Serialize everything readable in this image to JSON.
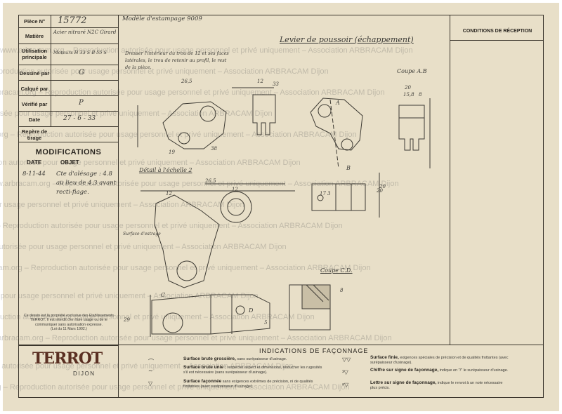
{
  "title_block": {
    "piece_label": "Pièce N°",
    "piece_value": "15772",
    "matiere_label": "Matière",
    "matiere_value": "Acier nitruré N2C Girard",
    "utilisation_label": "Utilisation principale",
    "utilisation_value": "Moteurs  H 33 S  B 55 S",
    "dessine_label": "Dessiné par",
    "dessine_value": "G",
    "calque_label": "Calqué par",
    "verifie_label": "Vérifié par",
    "verifie_value": "P",
    "date_label": "Date",
    "date_value": "27 - 6 - 33",
    "repere_label": "Repère de tirage"
  },
  "modifications": {
    "title": "MODIFICATIONS",
    "col_date": "DATE",
    "col_objet": "OBJET",
    "entry_date": "8-11-44",
    "entry_text": "Cte d'alésage : 4.8 au lieu de 4.3 avant recti-fiage."
  },
  "property_notice": {
    "text": "Ce dessin est la propriété exclusive des Etablissements TERROT. Il est interdit d'en faire usage ou de le communiquer sans autorisation expresse.",
    "law": "(Loi du 11 Mars 1902.)"
  },
  "logo": {
    "word": "TERROT",
    "city": "DIJON"
  },
  "drawing": {
    "model_note": "Modèle d'estampage 9009",
    "title": "Levier de poussoir (échappement)",
    "note": "Dresser l'intérieur du trou de 12 et ses faces latérales, le trou de retenir au profil, le rest de la pièce.",
    "detail_label": "Détail à l'échelle 2",
    "coupe_ab": "Coupe A.B",
    "coupe_cd": "Coupe C.D.",
    "label_a": "A",
    "label_b": "B",
    "label_c": "C",
    "label_d": "D",
    "side_note": "Surface d'estrage",
    "dims": [
      "26,5",
      "12",
      "33",
      "19",
      "38",
      "12",
      "26,5",
      "12",
      "20",
      "15,8",
      "8",
      "20",
      "29",
      "5",
      "8",
      "17",
      "3",
      "20"
    ]
  },
  "conditions": {
    "title": "CONDITIONS DE RÉCEPTION"
  },
  "indications": {
    "title": "INDICATIONS DE FAÇONNAGE",
    "items": [
      {
        "head": "Surface brute grossière,",
        "text": "sans surépaisseur d'usinage."
      },
      {
        "head": "Surface brute unie :",
        "text": "respecter aspect et dimensions, retoucher les rugosités s'il est nécessaire (sans surépaisseur d'usinage)."
      },
      {
        "head": "Surface façonnée",
        "text": "sans exigences extrêmes de précision, ni de qualités frottantes (avec surépaisseur d'usinage)."
      },
      {
        "head": "Surface finie,",
        "text": "exigences spéciales de précision et de qualités frottantes (avec surépaisseur d'usinage)."
      },
      {
        "head": "Chiffre sur signe de façonnage,",
        "text": "indique en \"/\" le surépaisseur d'usinage."
      },
      {
        "head": "Lettre sur signe de façonnage,",
        "text": "indique le renvoi à un note nécessaire plus précis."
      }
    ]
  },
  "watermark": "www.arbracam.org – Reproduction autorisée pour usage personnel et privé uniquement – Association ARBRACAM Dijon"
}
